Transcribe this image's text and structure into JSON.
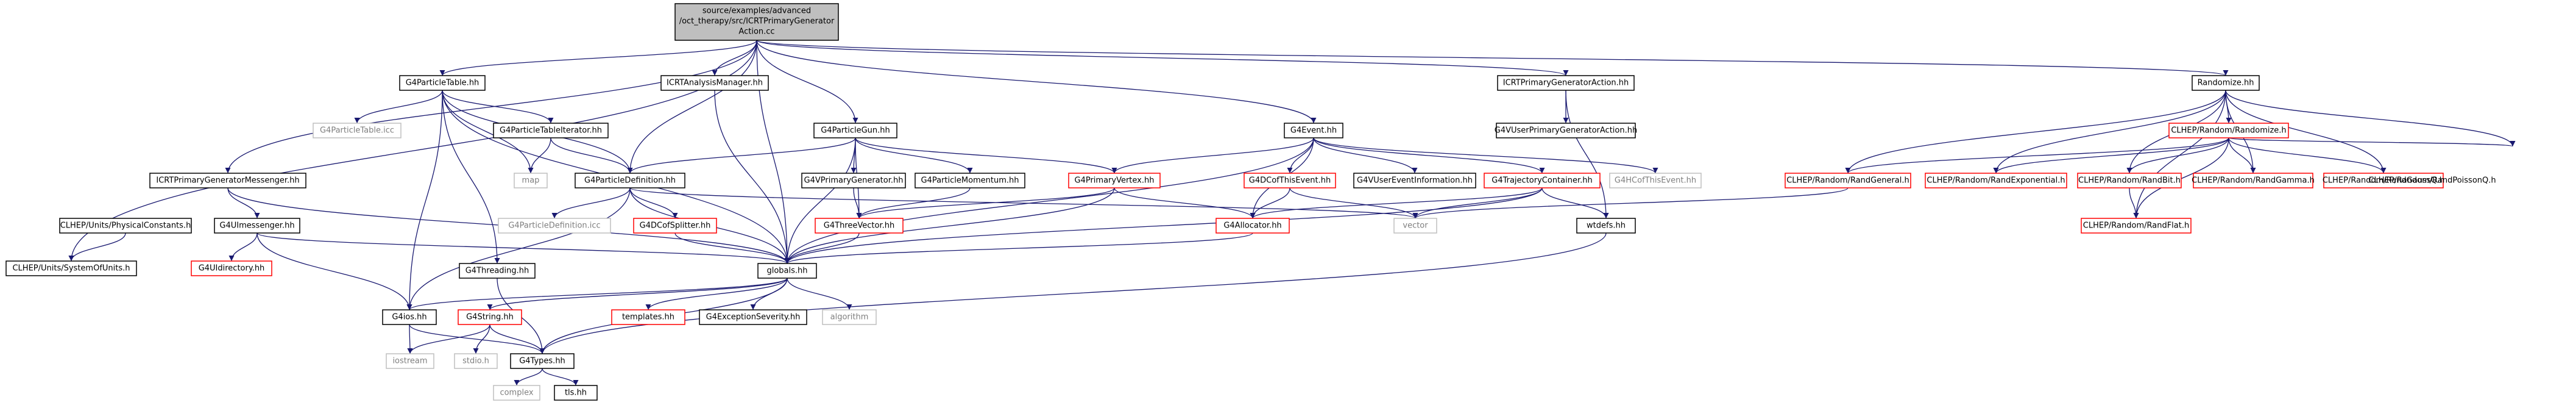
{
  "diagram": {
    "root": {
      "lines": [
        "source/examples/advanced",
        "/oct_therapy/src/ICRTPrimaryGenerator",
        "Action.cc"
      ]
    },
    "nodes": {
      "g4particletable_hh": "G4ParticleTable.hh",
      "icrtanalysismanager_hh": "ICRTAnalysisManager.hh",
      "g4particlegun_hh": "G4ParticleGun.hh",
      "g4event_hh": "G4Event.hh",
      "icrtprimarygeneratoraction_hh": "ICRTPrimaryGeneratorAction.hh",
      "randomize_hh": "Randomize.hh",
      "g4particletable_icc": "G4ParticleTable.icc",
      "g4particletableiterator_hh": "G4ParticleTableIterator.hh",
      "map": "map",
      "icrtprimarygeneratormessenger_hh": "ICRTPrimaryGeneratorMessenger.hh",
      "g4particledefinition_hh": "G4ParticleDefinition.hh",
      "g4vprimarygenerator_hh": "G4VPrimaryGenerator.hh",
      "g4particlemomentum_hh": "G4ParticleMomentum.hh",
      "g4primaryvertex_hh": "G4PrimaryVertex.hh",
      "g4dcofthisevent_hh": "G4DCofThisEvent.hh",
      "g4veventinformation_hh": "G4VUserEventInformation.hh",
      "g4trajectorycontainer_hh": "G4TrajectoryContainer.hh",
      "g4hcofthisevent_hh": "G4HCofThisEvent.hh",
      "g4vuserprimarygeneratoraction_hh": "G4VUserPrimaryGeneratorAction.hh",
      "clhep_randomize_h": "CLHEP/Random/Randomize.h",
      "clhep_randgeneral_h": "CLHEP/Random/RandGeneral.h",
      "clhep_randexponential_h": "CLHEP/Random/RandExponential.h",
      "clhep_randbit_h": "CLHEP/Random/RandBit.h",
      "clhep_randgamma_h": "CLHEP/Random/RandGamma.h",
      "clhep_randgaussq_h": "CLHEP/Random/RandGaussQ.h",
      "clhep_randpoissonq_h": "CLHEP/Random/RandPoissonQ.h",
      "clhep_physicalconstants_h": "CLHEP/Units/PhysicalConstants.h",
      "g4uimessenger_hh": "G4UImessenger.hh",
      "g4particledefinition_icc": "G4ParticleDefinition.icc",
      "g4dcofsplitter_hh": "G4DCofSplitter.hh",
      "g4threevector_hh": "G4ThreeVector.hh",
      "g4allocator_hh": "G4Allocator.hh",
      "vector": "vector",
      "wtdefs_hh": "wtdefs.hh",
      "clhep_randflat_h": "CLHEP/Random/RandFlat.h",
      "clhep_systemofunits_h": "CLHEP/Units/SystemOfUnits.h",
      "g4uidirectory_hh": "G4UIdirectory.hh",
      "g4threading_hh": "G4Threading.hh",
      "globals_hh": "globals.hh",
      "g4ios_hh": "G4ios.hh",
      "g4string_hh": "G4String.hh",
      "templates_hh": "templates.hh",
      "g4exceptionseverity_hh": "G4ExceptionSeverity.hh",
      "algorithm": "algorithm",
      "iostream": "iostream",
      "stdio_h": "stdio.h",
      "g4types_hh": "G4Types.hh",
      "complex": "complex",
      "tls_hh": "tls.hh"
    },
    "colors": {
      "root_fill": "#bfbfbf",
      "node_border_documented": "#000000",
      "node_border_undocumented": "#ff0000",
      "node_border_system": "#bfbfbf",
      "edge": "#191970"
    }
  }
}
